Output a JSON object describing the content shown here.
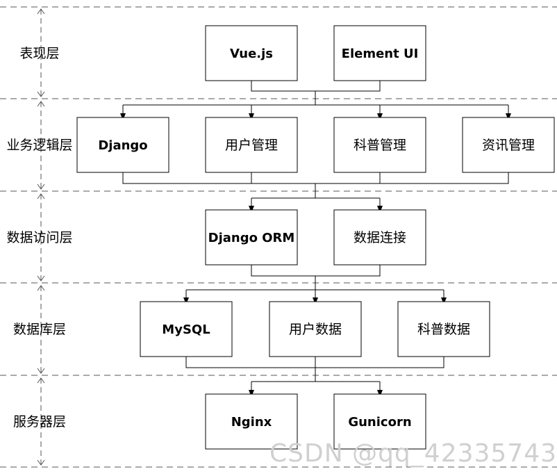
{
  "layers": [
    {
      "label": "表现层",
      "nodes": [
        "Vue.js",
        "Element UI"
      ],
      "latin": [
        true,
        true
      ]
    },
    {
      "label": "业务逻辑层",
      "nodes": [
        "Django",
        "用户管理",
        "科普管理",
        "资讯管理"
      ],
      "latin": [
        true,
        false,
        false,
        false
      ]
    },
    {
      "label": "数据访问层",
      "nodes": [
        "Django ORM",
        "数据连接"
      ],
      "latin": [
        true,
        false
      ]
    },
    {
      "label": "数据库层",
      "nodes": [
        "MySQL",
        "用户数据",
        "科普数据"
      ],
      "latin": [
        true,
        false,
        false
      ]
    },
    {
      "label": "服务器层",
      "nodes": [
        "Nginx",
        "Gunicorn"
      ],
      "latin": [
        true,
        true
      ]
    }
  ],
  "watermark": "CSDN @qq_42335743",
  "colors": {
    "line": "#000000",
    "dash": "#555555",
    "watermark": "#d0d0d0"
  }
}
